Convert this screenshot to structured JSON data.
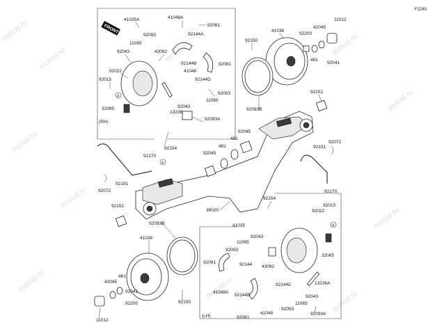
{
  "figure_code": "F2240",
  "front_badge": "FRONT",
  "groups": {
    "rh": "(RH)",
    "lh": "(LH)"
  },
  "callouts": {
    "a_top": "A",
    "a_mid": "A",
    "a_bottom": "A"
  },
  "watermark": "motod.ru",
  "labels": {
    "p41035A": "41035A",
    "p41048A_top": "41048A",
    "p92081_top1": "92081",
    "p92093_top": "92093",
    "p92144A_top": "92144A",
    "p11065_top": "11065",
    "p43092_top": "43092",
    "p92043_top1": "92043",
    "p92081_top2": "92081",
    "p92144B_top": "92144B",
    "p92022_top": "92022",
    "p41048_top": "41048",
    "p92144D_top": "92144D",
    "p92015_top": "92015",
    "p92093_top2": "92093",
    "p92043_top2": "92043",
    "p11065_top2": "11065",
    "p32085_top": "32085",
    "p13236": "13236",
    "p92093A_top": "92093A",
    "p92154_top": "92154",
    "p41038_top": "41038",
    "p92150_top": "92150",
    "p92200_top": "92200",
    "p42045_top": "42045",
    "p11012_top": "11012",
    "p461_top": "461",
    "p92041_top": "92041",
    "p92093B_top": "92093B",
    "p92152_top": "92152",
    "p92045_mid": "92045",
    "p481_a": "481",
    "p481_b": "481",
    "p92045_left": "92045",
    "p92170_left": "92170",
    "p92191_left": "92191",
    "p92072_left": "92072",
    "p92072_right": "92072",
    "p92191_right": "92191",
    "p92170_right": "92170",
    "p92152_left": "92152",
    "p39020": "39020",
    "p92154_mid": "92154",
    "p92093B_left": "92093B",
    "p41035": "41035",
    "p92043_l1": "92043",
    "p11065_l": "11065",
    "p92093_l": "92093",
    "p92015_l": "92015",
    "p92022_l": "92022",
    "p41038_l": "41038",
    "p92081_l1": "92081",
    "p92144_l": "92144",
    "p43092_l": "43092",
    "p32085_l": "32085",
    "p41048A_l": "41048A",
    "p92144B_l": "92144B",
    "p92144C_l": "92144C",
    "p13236A": "13236A",
    "p42045_l": "42045",
    "p461_l": "461",
    "p92041_l": "92041",
    "p92200_l": "92200",
    "p92150_l": "92150",
    "p11065_l2": "11065",
    "p92043_l2": "92043",
    "p92093A_l": "92093A",
    "p11012_l": "11012",
    "p92081_l2": "92081",
    "p41048_l": "41048",
    "p92093_l2": "92093"
  }
}
